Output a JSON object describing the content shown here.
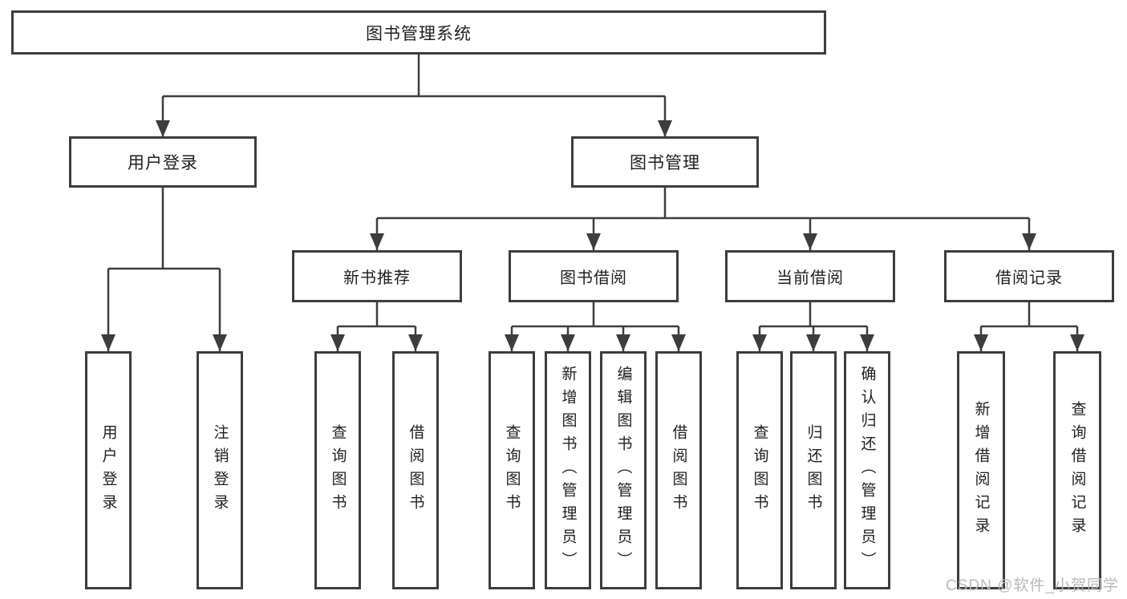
{
  "diagram": {
    "root": {
      "label": "图书管理系统"
    },
    "branches": [
      {
        "label": "用户登录",
        "children": [
          {
            "label": "用户登录"
          },
          {
            "label": "注销登录"
          }
        ]
      },
      {
        "label": "图书管理",
        "children": [
          {
            "label": "新书推荐",
            "children": [
              {
                "label": "查询图书"
              },
              {
                "label": "借阅图书"
              }
            ]
          },
          {
            "label": "图书借阅",
            "children": [
              {
                "label": "查询图书"
              },
              {
                "label": "新增图书（管理员）"
              },
              {
                "label": "编辑图书（管理员）"
              },
              {
                "label": "借阅图书"
              }
            ]
          },
          {
            "label": "当前借阅",
            "children": [
              {
                "label": "查询图书"
              },
              {
                "label": "归还图书"
              },
              {
                "label": "确认归还（管理员）"
              }
            ]
          },
          {
            "label": "借阅记录",
            "children": [
              {
                "label": "新增借阅记录"
              },
              {
                "label": "查询借阅记录"
              }
            ]
          }
        ]
      }
    ],
    "colors": {
      "line": "#3d3d3d",
      "box_border": "#3d3d3d",
      "text": "#1f1f1f",
      "background": "#ffffff"
    }
  },
  "watermark": {
    "text": "CSDN @软件_小贺同学",
    "color": "#b8b8c0"
  }
}
